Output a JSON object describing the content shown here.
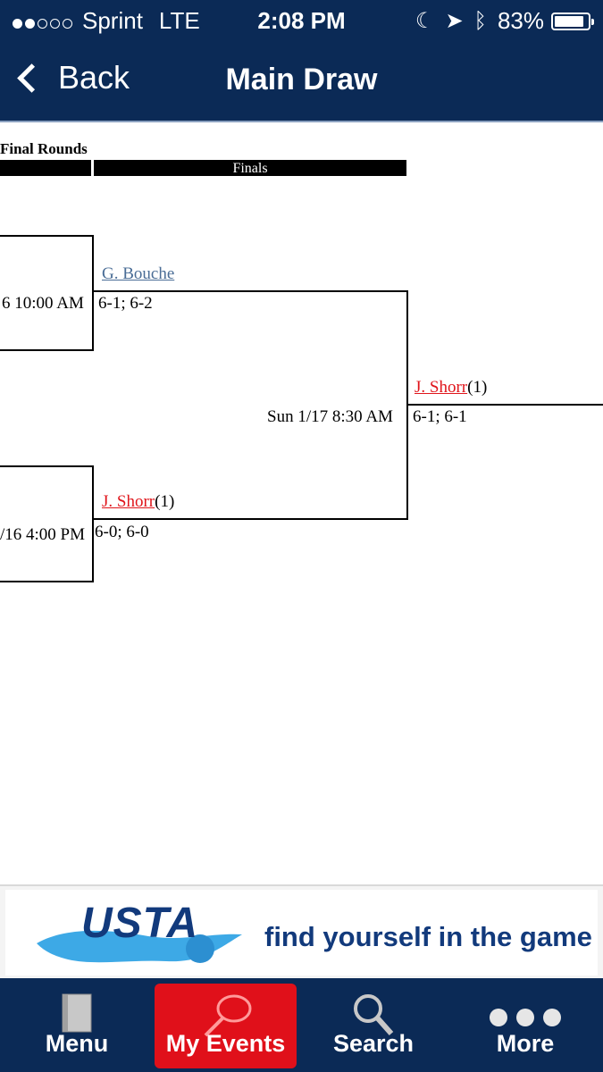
{
  "status_bar": {
    "carrier": "Sprint",
    "network": "LTE",
    "time": "2:08 PM",
    "battery": "83%",
    "battery_level": 0.83
  },
  "nav": {
    "back_label": "Back",
    "title": "Main Draw"
  },
  "bracket": {
    "section_title": "Final Rounds",
    "column_header": "Finals",
    "match_top": {
      "time": "6 10:00 AM",
      "winner": "G. Bouche",
      "score": "6-1; 6-2"
    },
    "match_bottom": {
      "time": "/16 4:00 PM",
      "winner": "J. Shorr",
      "seed": "(1)",
      "score": "6-0; 6-0"
    },
    "final": {
      "time": "Sun 1/17 8:30 AM",
      "winner": "J. Shorr",
      "seed": "(1)",
      "score": "6-1; 6-1"
    }
  },
  "ad": {
    "logo_text": "USTA",
    "tagline": "find yourself in the game"
  },
  "tabbar": {
    "tabs": [
      {
        "label": "Menu",
        "icon": "book-icon",
        "active": false
      },
      {
        "label": "My Events",
        "icon": "tennis-racket-icon",
        "active": true
      },
      {
        "label": "Search",
        "icon": "magnifier-icon",
        "active": false
      },
      {
        "label": "More",
        "icon": "more-dots-icon",
        "active": false
      }
    ]
  },
  "colors": {
    "header_bg": "#0b2a56",
    "active_tab": "#e0101a",
    "link_blue": "#4a6d96",
    "link_red": "#e0151b"
  }
}
